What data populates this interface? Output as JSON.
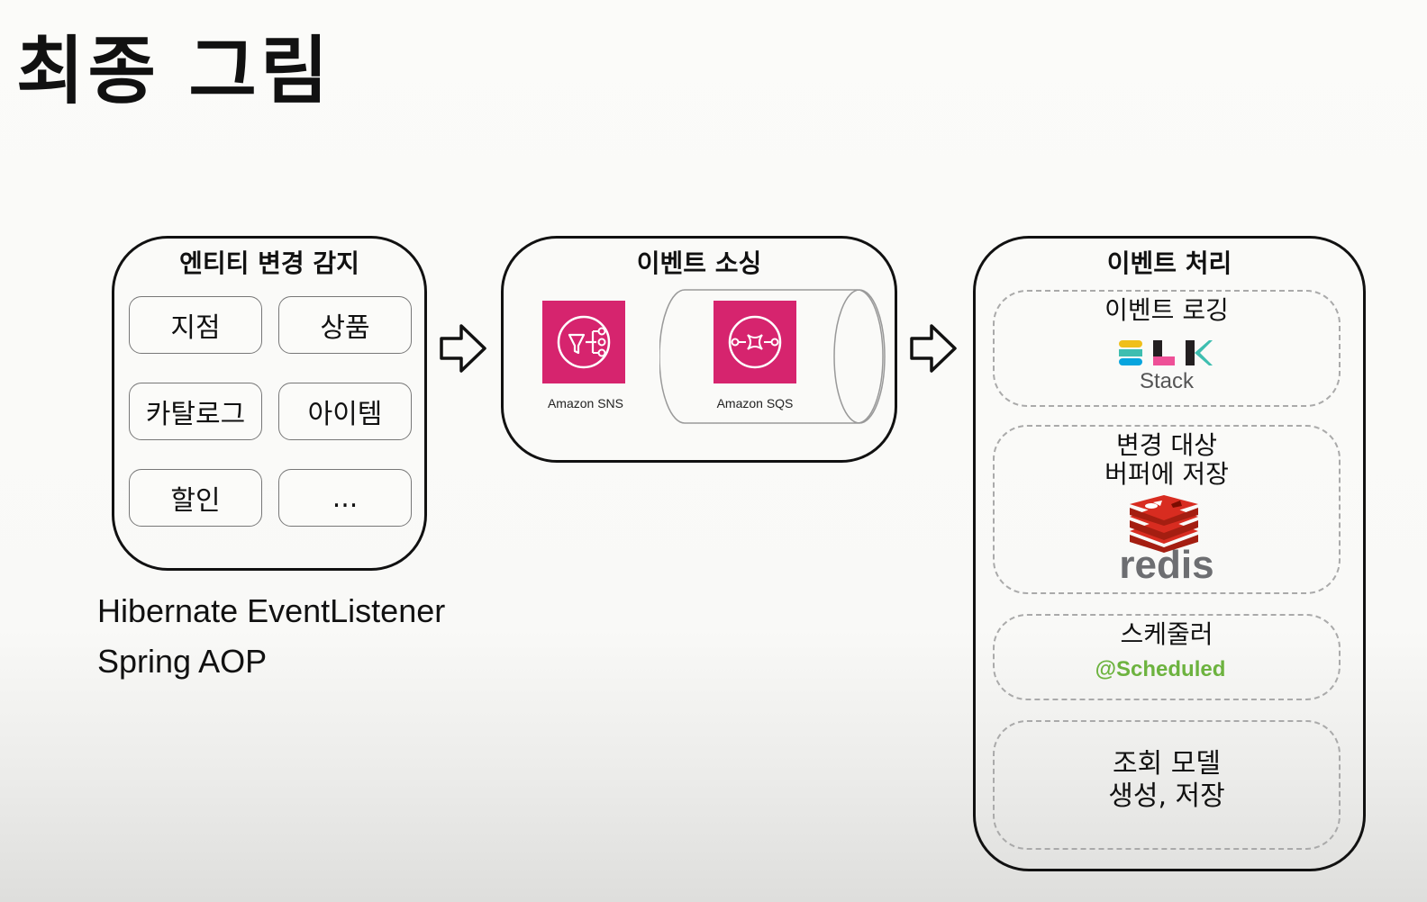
{
  "title": "최종 그림",
  "panels": {
    "detection": {
      "title": "엔티티 변경 감지",
      "chips": [
        "지점",
        "상품",
        "카탈로그",
        "아이템",
        "할인",
        "..."
      ]
    },
    "sourcing": {
      "title": "이벤트 소싱",
      "sns_label": "Amazon SNS",
      "sqs_label": "Amazon SQS"
    },
    "processing": {
      "title": "이벤트 처리",
      "logging": {
        "label": "이벤트 로깅",
        "elk_text": "Stack"
      },
      "buffer": {
        "line1": "변경 대상",
        "line2": "버퍼에 저장",
        "redis_text": "redis"
      },
      "scheduler": {
        "label": "스케줄러",
        "annotation": "@Scheduled"
      },
      "query_model": {
        "line1": "조회 모델",
        "line2": "생성, 저장"
      }
    }
  },
  "tech_stack": [
    "Hibernate EventListener",
    "Spring AOP"
  ],
  "colors": {
    "aws_pink": "#d6246e",
    "redis_red": "#d82c20",
    "scheduled_green": "#6db33f",
    "elk_yellow": "#f0bf1a",
    "elk_teal": "#3ebeb0",
    "elk_blue": "#07a5de",
    "elk_pink": "#ee5097",
    "elk_dark": "#231f20"
  },
  "icons": [
    "sns-icon",
    "sqs-icon",
    "elk-logo",
    "redis-logo",
    "arrow-right-icon"
  ]
}
